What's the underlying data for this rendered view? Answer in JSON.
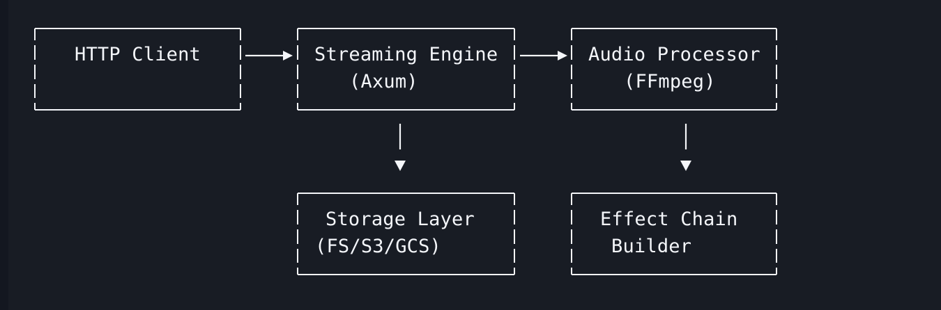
{
  "diagram": {
    "nodes": {
      "http_client": {
        "line1": "HTTP Client"
      },
      "streaming_engine": {
        "line1": "Streaming Engine",
        "line2": "(Axum)"
      },
      "audio_processor": {
        "line1": "Audio Processor",
        "line2": "(FFmpeg)"
      },
      "storage_layer": {
        "line1": "Storage Layer",
        "line2": "(FS/S3/GCS)"
      },
      "effect_chain_builder": {
        "line1": "Effect Chain",
        "line2": "Builder"
      }
    },
    "edges": [
      {
        "from": "HTTP Client",
        "to": "Streaming Engine"
      },
      {
        "from": "Streaming Engine",
        "to": "Audio Processor"
      },
      {
        "from": "Streaming Engine",
        "to": "Storage Layer"
      },
      {
        "from": "Audio Processor",
        "to": "Effect Chain Builder"
      }
    ],
    "colors": {
      "background": "#181c24",
      "line": "#f4f6fa",
      "text": "#f4f6fa"
    }
  }
}
